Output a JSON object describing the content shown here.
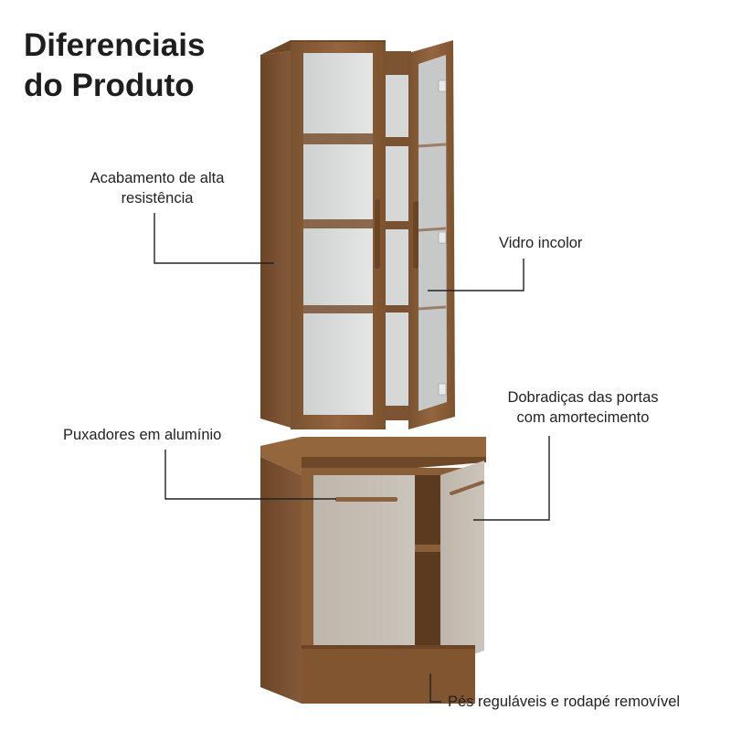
{
  "title": {
    "line1": "Diferenciais",
    "line2": "do Produto"
  },
  "callouts": {
    "acabamento_line1": "Acabamento de alta",
    "acabamento_line2": "resistência",
    "vidro": "Vidro incolor",
    "dobradicas_line1": "Dobradiças das portas",
    "dobradicas_line2": "com amortecimento",
    "puxadores": "Puxadores em alumínio",
    "pes": "Pés reguláveis e rodapé removível"
  },
  "colors": {
    "wood": "#8b5e34",
    "wood_dark": "#6e4624",
    "door_panel": "#c4bcb2",
    "glass": "#d8d9d9",
    "line": "#222222"
  }
}
